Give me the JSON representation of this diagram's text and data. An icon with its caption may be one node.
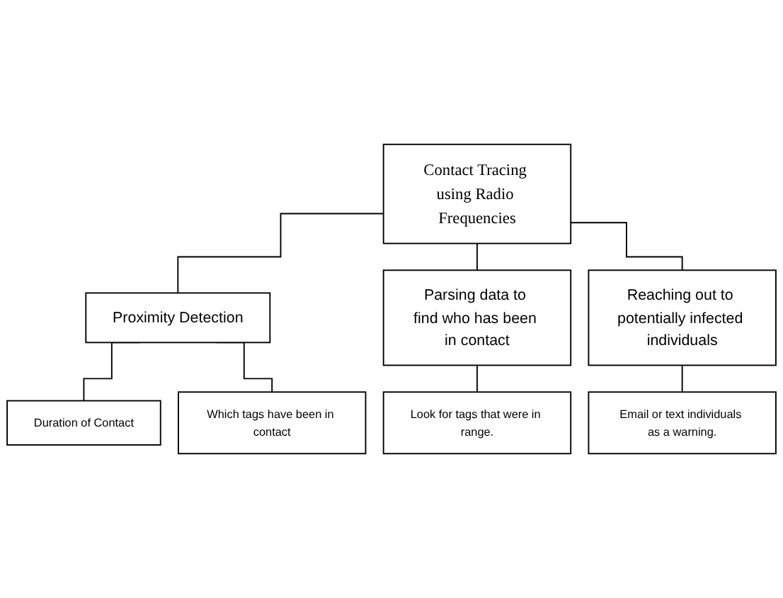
{
  "diagram": {
    "nodes": [
      {
        "text": [
          "Contact Tracing using Radio Frequencies"
        ]
      },
      {
        "text": [
          "Proximity Detection"
        ]
      },
      {
        "text": [
          "Parsing data to find who has been in contact"
        ]
      },
      {
        "text": [
          "Reaching out to potentially infected individuals"
        ]
      },
      {
        "text": [
          "Duration of Contact"
        ]
      },
      {
        "text": [
          "Which tags have been in contact"
        ]
      },
      {
        "text": [
          "Look for tags that were in range."
        ]
      },
      {
        "text": [
          "Email or text individuals as a warning."
        ]
      }
    ],
    "edges": [
      {
        "from": 0,
        "to": 1,
        "arrow": "none"
      },
      {
        "from": 0,
        "to": 2,
        "arrow": "none"
      },
      {
        "from": 0,
        "to": 3,
        "arrow": "none"
      },
      {
        "from": 1,
        "to": 4,
        "arrow": "none"
      },
      {
        "from": 1,
        "to": 5,
        "arrow": "none"
      },
      {
        "from": 2,
        "to": 6,
        "arrow": "none"
      },
      {
        "from": 3,
        "to": 7,
        "arrow": "none"
      }
    ]
  }
}
